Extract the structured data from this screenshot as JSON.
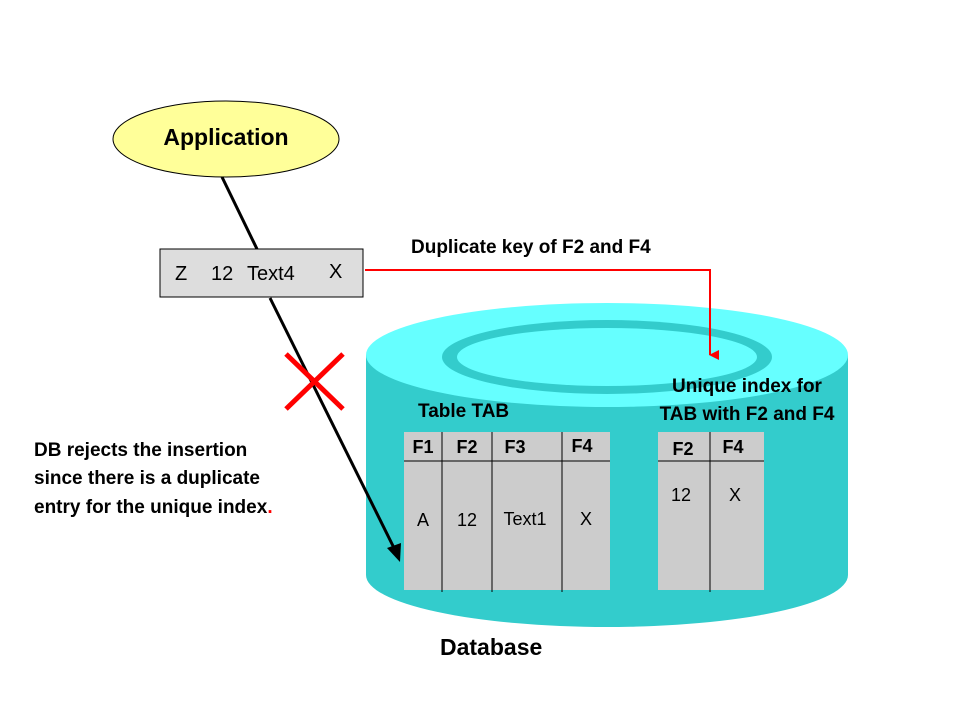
{
  "application": {
    "label": "Application",
    "fill": "#ffff99"
  },
  "record": {
    "f1": "Z",
    "f2": "12",
    "f3": "Text4",
    "f4": "X"
  },
  "duplicate_note": "Duplicate key of F2 and F4",
  "rejection_note": {
    "line1": "DB rejects the insertion",
    "line2": "since there is a duplicate",
    "line3": "entry for the unique index",
    "period": "."
  },
  "database": {
    "label": "Database",
    "body_color": "#33cccc",
    "top_color": "#66ffff"
  },
  "table": {
    "title": "Table TAB",
    "headers": [
      "F1",
      "F2",
      "F3",
      "F4"
    ],
    "rows": [
      [
        "A",
        "12",
        "Text1",
        "X"
      ]
    ]
  },
  "index": {
    "title_line1": "Unique index for",
    "title_line2": "TAB with F2 and F4",
    "headers": [
      "F2",
      "F4"
    ],
    "rows": [
      [
        "12",
        "X"
      ]
    ]
  },
  "colors": {
    "arrow_red": "#ff0000",
    "reject_x": "#ff0000",
    "table_fill": "#cccccc"
  }
}
